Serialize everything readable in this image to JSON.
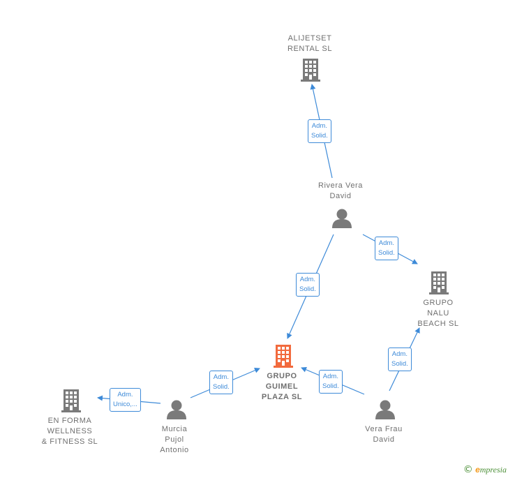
{
  "nodes": {
    "alijetset": {
      "type": "company",
      "lines": [
        "ALIJETSET",
        "RENTAL  SL"
      ]
    },
    "rivera": {
      "type": "person",
      "lines": [
        "Rivera Vera",
        "David"
      ]
    },
    "grupo_nalu": {
      "type": "company",
      "lines": [
        "GRUPO",
        "NALU",
        "BEACH  SL"
      ]
    },
    "grupo_guimel": {
      "type": "company-main",
      "lines": [
        "GRUPO",
        "GUIMEL",
        "PLAZA  SL"
      ]
    },
    "en_forma": {
      "type": "company",
      "lines": [
        "EN FORMA",
        "WELLNESS",
        "& FITNESS  SL"
      ]
    },
    "murcia": {
      "type": "person",
      "lines": [
        "Murcia",
        "Pujol",
        "Antonio"
      ]
    },
    "vera_frau": {
      "type": "person",
      "lines": [
        "Vera Frau",
        "David"
      ]
    }
  },
  "edges": {
    "rivera_alijetset": [
      "Adm.",
      "Solid."
    ],
    "rivera_nalu": [
      "Adm.",
      "Solid."
    ],
    "rivera_guimel": [
      "Adm.",
      "Solid."
    ],
    "murcia_guimel": [
      "Adm.",
      "Solid."
    ],
    "murcia_enforma": [
      "Adm.",
      "Unico,..."
    ],
    "verafrau_guimel": [
      "Adm.",
      "Solid."
    ],
    "verafrau_nalu": [
      "Adm.",
      "Solid."
    ]
  },
  "colors": {
    "edge": "#3d8ad8",
    "company": "#7a7a7a",
    "main_company": "#f26a3d",
    "person": "#7a7a7a"
  },
  "footer": {
    "copyright": "©",
    "brand_initial": "e",
    "brand_rest": "mpresia"
  }
}
